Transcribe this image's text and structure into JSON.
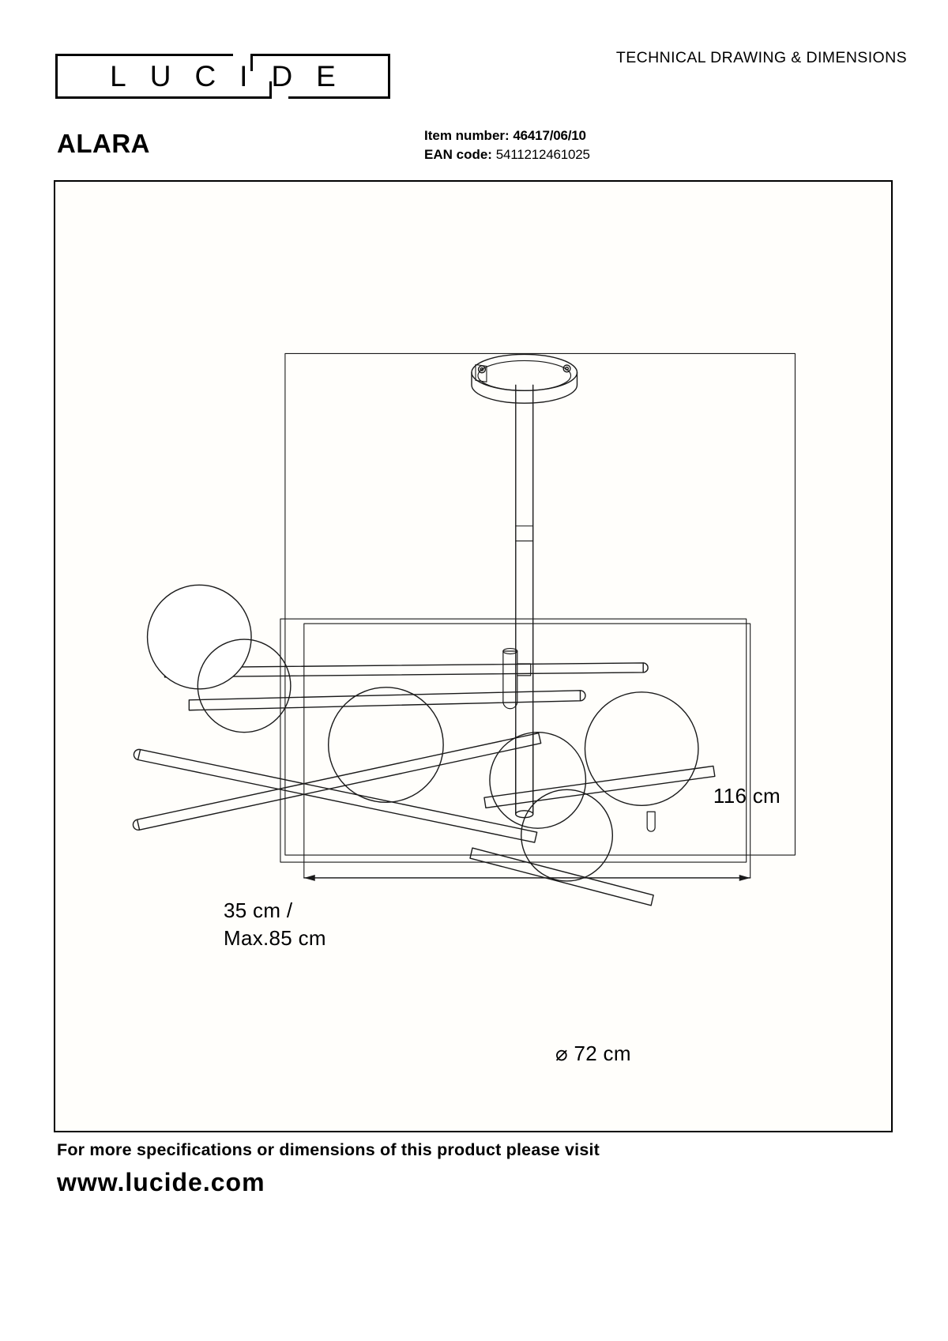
{
  "header": {
    "logo_text": "LUCIDE",
    "logo_letters": [
      "L",
      "U",
      "C",
      "I",
      "D",
      "E"
    ],
    "title": "TECHNICAL DRAWING & DIMENSIONS"
  },
  "product": {
    "name": "ALARA",
    "item_number_label": "Item number:",
    "item_number_value": "46417/06/10",
    "ean_label": "EAN code",
    "ean_separator": ":",
    "ean_value": "5411212461025"
  },
  "drawing": {
    "dimensions": {
      "height": "116 cm",
      "drop_line1": "35 cm /",
      "drop_line2": "Max.85 cm",
      "width": "⌀ 72 cm"
    },
    "description": "6-globe ceiling pendant light with central vertical rod, canopy mount and six radiating arms ending in spherical glass shades",
    "stroke_color": "#1a1a1a",
    "fill_color": "#ffffff",
    "background_color": "#fffefb"
  },
  "footer": {
    "line1": "For more specifications or dimensions of this product please visit",
    "line2": "www.lucide.com"
  }
}
